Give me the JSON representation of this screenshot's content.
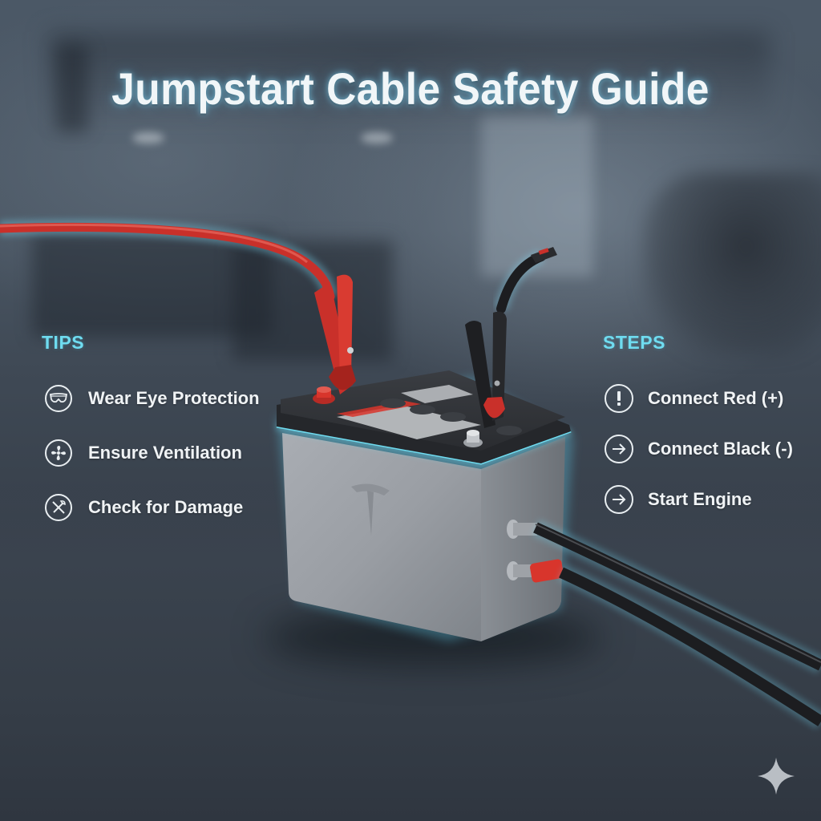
{
  "title": "Jumpstart Cable Safety Guide",
  "tips": {
    "heading": "TIPS",
    "items": [
      {
        "label": "Wear Eye Protection",
        "icon": "safety-goggles-icon"
      },
      {
        "label": "Ensure Ventilation",
        "icon": "fan-icon"
      },
      {
        "label": "Check for Damage",
        "icon": "tools-icon"
      }
    ]
  },
  "steps": {
    "heading": "STEPS",
    "items": [
      {
        "label": "Connect Red (+)",
        "icon": "exclamation-icon"
      },
      {
        "label": "Connect Black (-)",
        "icon": "arrow-right-icon"
      },
      {
        "label": "Start Engine",
        "icon": "arrow-right-icon"
      }
    ]
  },
  "colors": {
    "accent": "#6fdcf0",
    "text": "#f0f3f5",
    "positive_cable": "#d8352c",
    "negative_cable": "#1c1d20",
    "background": "#3b4550"
  },
  "watermark": {
    "icon": "sparkle-icon"
  }
}
